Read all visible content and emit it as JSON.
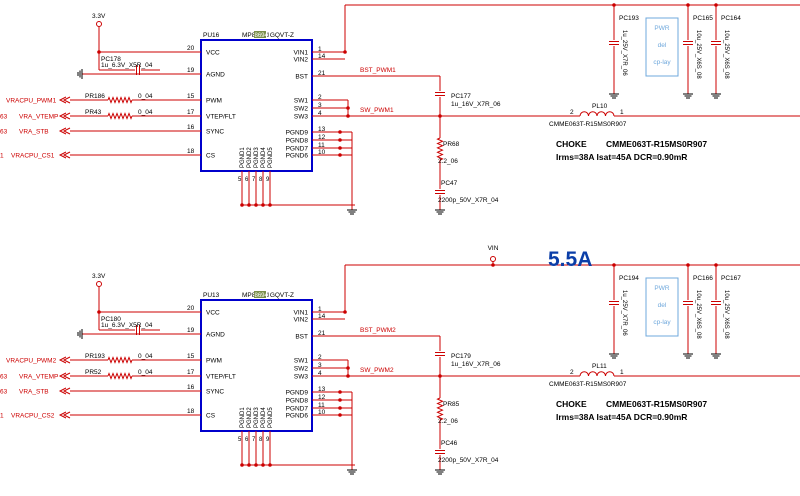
{
  "voltage_note": "5.5A",
  "vin_label": "VIN",
  "channels": [
    {
      "rail_label": "3.3V",
      "chip_ref": "PU16",
      "chip_part": "MP86941GQVT-Z",
      "chip_mark": "86941",
      "cap_vcc_ref": "PC178",
      "cap_vcc_val": "1u_6.3V_X5R_04",
      "pwm_net": "VRACPU_PWM1",
      "pwm_res_ref": "PR186",
      "pwm_res_val": "0_04",
      "vtemp_net": "VRA_VTEMP",
      "vtemp_prefix": "63",
      "vtemp_res_ref": "PR43",
      "vtemp_res_val": "0_04",
      "stb_net": "VRA_STB",
      "stb_prefix": "63",
      "cs_net": "VRACPU_CS1",
      "cs_prefix": "1",
      "bst_net": "BST_PWM1",
      "sw_net": "SW_PWM1",
      "cap_bst_ref": "PC177",
      "cap_bst_val": "1u_16V_X7R_06",
      "res_snub_ref": "PR68",
      "res_snub_val": "2.2_06",
      "cap_snub_ref": "PC47",
      "cap_snub_val": "2200p_50V_X7R_04",
      "inductor_ref": "PL10",
      "inductor_part": "CMME063T-R15MS0R907",
      "choke_title": "CHOKE",
      "choke_part": "CMME063T-R15MS0R907",
      "choke_spec": "Irms=38A   Isat=45A   DCR=0.90mR",
      "cap_in1_ref": "PC193",
      "cap_in1_val": "1u_25V_X7R_06",
      "cap_in2_ref": "PC165",
      "cap_in2_val": "10u_25V_X6S_08",
      "cap_in3_ref": "PC164",
      "cap_in3_val": "10u_25V_X6S_08",
      "note_lines": [
        "PWR",
        "del",
        "cp-lay"
      ]
    },
    {
      "rail_label": "3.3V",
      "chip_ref": "PU13",
      "chip_part": "MP86941GQVT-Z",
      "chip_mark": "86941",
      "cap_vcc_ref": "PC180",
      "cap_vcc_val": "1u_6.3V_X5R_04",
      "pwm_net": "VRACPU_PWM2",
      "pwm_res_ref": "PR193",
      "pwm_res_val": "0_04",
      "vtemp_net": "VRA_VTEMP",
      "vtemp_prefix": "63",
      "vtemp_res_ref": "PR52",
      "vtemp_res_val": "0_04",
      "stb_net": "VRA_STB",
      "stb_prefix": "63",
      "cs_net": "VRACPU_CS2",
      "cs_prefix": "1",
      "bst_net": "BST_PWM2",
      "sw_net": "SW_PWM2",
      "cap_bst_ref": "PC179",
      "cap_bst_val": "1u_16V_X7R_06",
      "res_snub_ref": "PR85",
      "res_snub_val": "2.2_06",
      "cap_snub_ref": "PC46",
      "cap_snub_val": "2200p_50V_X7R_04",
      "inductor_ref": "PL11",
      "inductor_part": "CMME063T-R15MS0R907",
      "choke_title": "CHOKE",
      "choke_part": "CMME063T-R15MS0R907",
      "choke_spec": "Irms=38A   Isat=45A   DCR=0.90mR",
      "cap_in1_ref": "PC194",
      "cap_in1_val": "1u_25V_X7R_06",
      "cap_in2_ref": "PC166",
      "cap_in2_val": "10u_25V_X6S_08",
      "cap_in3_ref": "PC167",
      "cap_in3_val": "10u_25V_X6S_08",
      "note_lines": [
        "PWR",
        "del",
        "cp-lay"
      ]
    }
  ],
  "pins_left": [
    {
      "num": "20",
      "name": "VCC"
    },
    {
      "num": "19",
      "name": "AGND"
    },
    {
      "num": "15",
      "name": "PWM"
    },
    {
      "num": "17",
      "name": "VTEP/FLT"
    },
    {
      "num": "16",
      "name": "SYNC"
    },
    {
      "num": "18",
      "name": "CS"
    }
  ],
  "pins_right": [
    {
      "num": "1",
      "name": "VIN1"
    },
    {
      "num": "14",
      "name": "VIN2"
    },
    {
      "num": "21",
      "name": "BST"
    },
    {
      "num": "2",
      "name": "SW1"
    },
    {
      "num": "3",
      "name": "SW2"
    },
    {
      "num": "4",
      "name": "SW3"
    },
    {
      "num": "13",
      "name": "PGND9"
    },
    {
      "num": "12",
      "name": "PGND8"
    },
    {
      "num": "11",
      "name": "PGND7"
    },
    {
      "num": "10",
      "name": "PGND6"
    }
  ],
  "pins_bottom": [
    {
      "num": "5",
      "name": "PGND1"
    },
    {
      "num": "6",
      "name": "PGND2"
    },
    {
      "num": "7",
      "name": "PGND3"
    },
    {
      "num": "8",
      "name": "PGND4"
    },
    {
      "num": "9",
      "name": "PGND5"
    }
  ],
  "inductor_pin_left": "2",
  "inductor_pin_right": "1",
  "colors": {
    "wire": "#cc0000",
    "chip": "#0000cc",
    "text": "#000000",
    "accent": "#0b3ea8",
    "note": "#6fa8dc",
    "ground": "#000000"
  }
}
